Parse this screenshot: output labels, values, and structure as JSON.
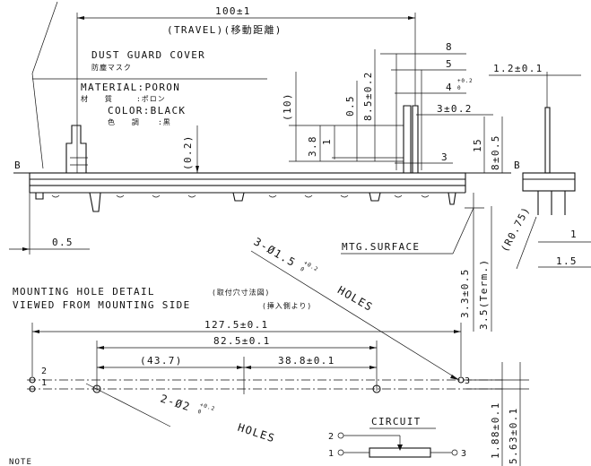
{
  "dims": {
    "travel_value": "100±1",
    "travel_label": "(TRAVEL)(移動距離)",
    "dim_8": "8",
    "dim_5": "5",
    "dim_4": "4",
    "dim_4_tol": "+0.2",
    "dim_4_tol_low": "0",
    "dim_8_5": "8.5±0.2",
    "dim_0_5_top": "0.5",
    "dim_10": "(10)",
    "dim_3_tol": "3±0.2",
    "dim_3_8": "3.8",
    "dim_1_top": "1",
    "dim_3": "3",
    "dim_15": "15",
    "dim_8_tol": "8±0.5",
    "dim_0_2": "(0.2)",
    "dim_1_2": "1.2±0.1",
    "dim_0_5_left": "0.5",
    "dim_3_3": "3.3±0.5",
    "dim_3_5": "3.5(Term.)",
    "dim_r075": "(R0.75)",
    "dim_1_right": "1",
    "dim_1_5": "1.5",
    "dim_127": "127.5±0.1",
    "dim_82": "82.5±0.1",
    "dim_43": "(43.7)",
    "dim_38": "38.8±0.1",
    "dim_188": "1.88±0.1",
    "dim_563": "5.63±0.1"
  },
  "labels": {
    "dust_guard": "DUST GUARD COVER",
    "dust_guard_jp": "防塵マスク",
    "material_label": "MATERIAL:PORON",
    "material_jp_key": "材　　質",
    "material_jp_val": ":ポロン",
    "color_label": "COLOR:BLACK",
    "color_jp_key": "色　　調",
    "color_jp_val": ":黒",
    "section_b_left": "B",
    "section_b_right": "B",
    "mtg_surface": "MTG.SURFACE",
    "holes_top": "3-Ø1.5",
    "holes_top_tol": "+0.2",
    "holes_top_tol_low": "0",
    "holes_top_word": "HOLES",
    "holes_bottom": "2-Ø2",
    "holes_bottom_tol": "+0.2",
    "holes_bottom_tol_low": "0",
    "holes_bottom_word": "HOLES",
    "mounting_title": "MOUNTING HOLE DETAIL",
    "mounting_title_jp": "(取付穴寸法図)",
    "viewed_from": "VIEWED FROM MOUNTING SIDE",
    "viewed_from_jp": "(挿入側より)",
    "pin_2": "2",
    "pin_1": "1",
    "pin_3": "3",
    "circuit_title": "CIRCUIT",
    "circuit_pin_2": "2",
    "circuit_pin_1": "1",
    "circuit_pin_3": "3",
    "note": "NOTE"
  }
}
